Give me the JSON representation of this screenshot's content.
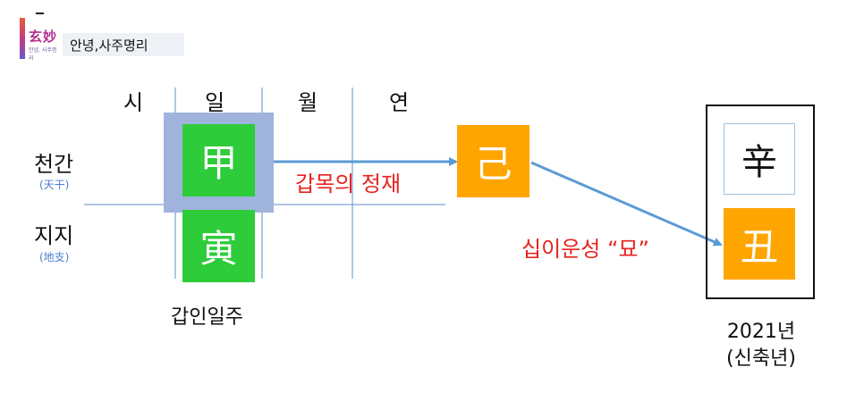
{
  "header": {
    "logo_main": "玄妙",
    "logo_sub": "안녕, 사주명리",
    "title": "안녕,사주명리"
  },
  "columns": [
    "시",
    "일",
    "월",
    "연"
  ],
  "rows": [
    {
      "label": "천간",
      "sub": "(天干)"
    },
    {
      "label": "지지",
      "sub": "(地支)"
    }
  ],
  "cells": {
    "day_stem": "甲",
    "day_branch": "寅",
    "year_stem": "己",
    "target_stem": "辛",
    "target_branch": "丑"
  },
  "notes": {
    "arrow1": "갑목의 정재",
    "arrow2": "십이운성 “묘”"
  },
  "captions": {
    "pillar": "갑인일주",
    "year_line1": "2021년",
    "year_line2": "(신축년)"
  },
  "colors": {
    "green": "#2ecc3a",
    "orange": "#ffa500",
    "highlight": "#9fb3dc",
    "arrow": "#5b9bd5",
    "grid": "#5b8fd0",
    "red": "#e8231f"
  }
}
